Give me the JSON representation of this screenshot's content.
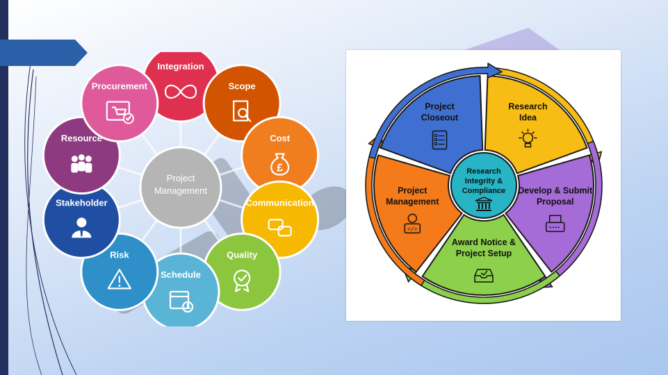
{
  "wheel": {
    "center": [
      "Project",
      "Management"
    ],
    "nodes": [
      {
        "label": "Integration",
        "color": "#e0304f",
        "icon": "infinity-icon"
      },
      {
        "label": "Scope",
        "color": "#d35400",
        "icon": "magnifier-document-icon"
      },
      {
        "label": "Cost",
        "color": "#f07d1e",
        "icon": "money-bag-icon"
      },
      {
        "label": "Communication",
        "color": "#f6b800",
        "icon": "speech-bubbles-icon"
      },
      {
        "label": "Quality",
        "color": "#8cc63f",
        "icon": "quality-badge-icon"
      },
      {
        "label": "Schedule",
        "color": "#5ab4d6",
        "icon": "calendar-clock-icon"
      },
      {
        "label": "Risk",
        "color": "#2f8fc9",
        "icon": "warning-icon"
      },
      {
        "label": "Stakeholder",
        "color": "#1f4ea3",
        "icon": "person-icon"
      },
      {
        "label": "Resource",
        "color": "#8e3a80",
        "icon": "people-group-icon"
      },
      {
        "label": "Procurement",
        "color": "#e05a9b",
        "icon": "shopping-cart-icon"
      }
    ]
  },
  "cycle": {
    "hub": [
      "Research",
      "Integrity &",
      "Compliance"
    ],
    "segments": [
      {
        "lines": [
          "Research",
          "Idea"
        ],
        "color": "#f7bd14",
        "icon": "lightbulb-icon"
      },
      {
        "lines": [
          "Develop & Submit",
          "Proposal"
        ],
        "color": "#a56bd6",
        "icon": "typewriter-icon"
      },
      {
        "lines": [
          "Award Notice &",
          "Project Setup"
        ],
        "color": "#8cd04b",
        "icon": "inbox-icon"
      },
      {
        "lines": [
          "Project",
          "Management"
        ],
        "color": "#f47a1a",
        "icon": "developer-icon"
      },
      {
        "lines": [
          "Project",
          "Closeout"
        ],
        "color": "#3f6fd1",
        "icon": "checklist-icon"
      }
    ],
    "hub_color": "#27b4c4"
  }
}
